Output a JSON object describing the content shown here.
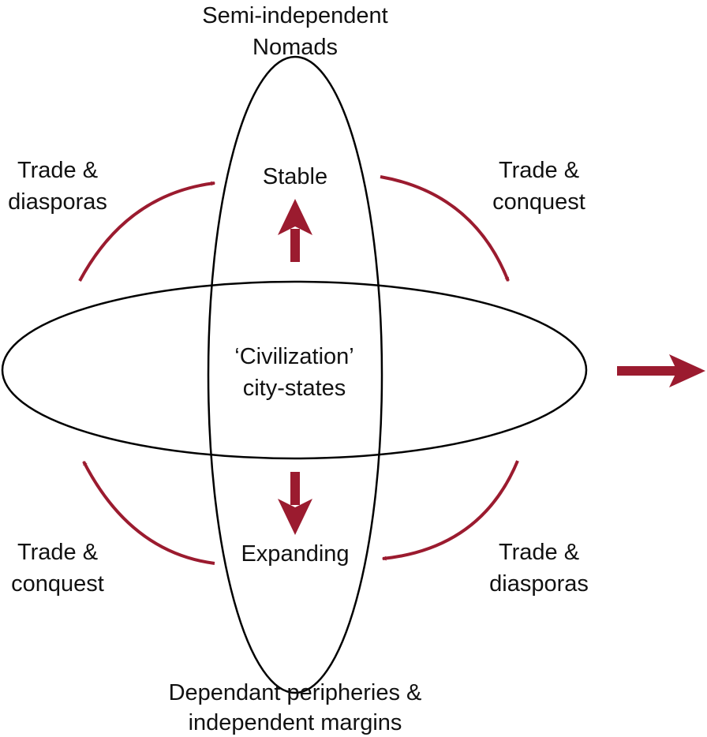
{
  "labels": {
    "top_line1": "Semi-independent",
    "top_line2": "Nomads",
    "stable": "Stable",
    "center_line1": "‘Civilization’",
    "center_line2": "city-states",
    "expanding": "Expanding",
    "bottom_line1": "Dependant peripheries &",
    "bottom_line2": "independent margins",
    "upper_left_line1": "Trade &",
    "upper_left_line2": "diasporas",
    "upper_right_line1": "Trade &",
    "upper_right_line2": "conquest",
    "lower_left_line1": "Trade &",
    "lower_left_line2": "conquest",
    "lower_right_line1": "Trade &",
    "lower_right_line2": "diasporas"
  },
  "colors": {
    "arrow": "#9b1b2f",
    "outline": "#000000",
    "text": "#111111"
  }
}
